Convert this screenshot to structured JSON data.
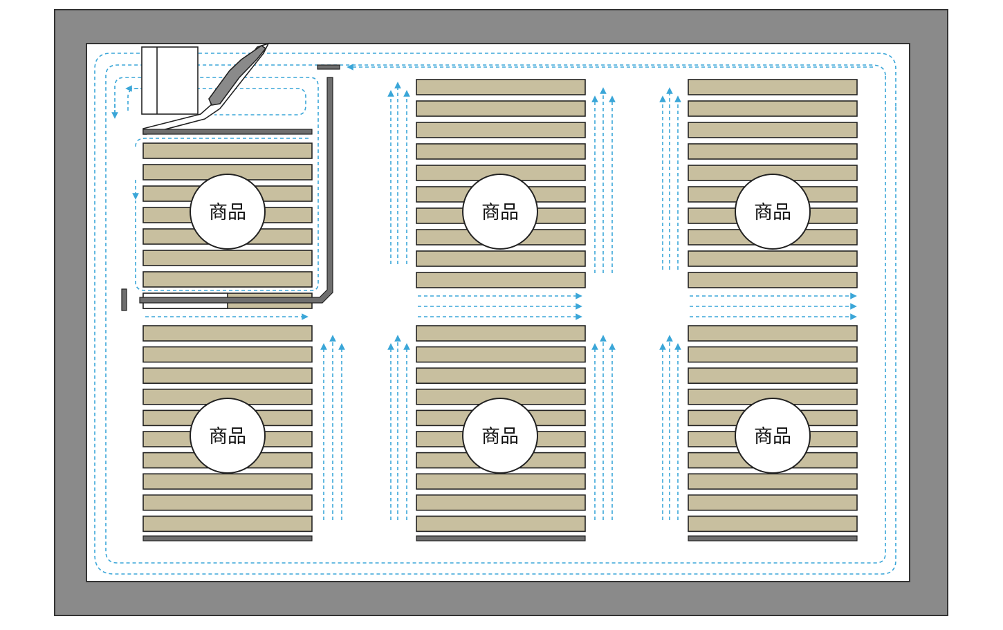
{
  "colors": {
    "wall": "#8a8a8a",
    "floor": "#ffffff",
    "shelf": "#c8bf9f",
    "shelf_stroke": "#222222",
    "partition": "#6e6e6e",
    "flow": "#3aa6d8"
  },
  "zones": [
    {
      "label": "商品"
    },
    {
      "label": "商品"
    },
    {
      "label": "商品"
    },
    {
      "label": "商品"
    },
    {
      "label": "商品"
    },
    {
      "label": "商品"
    }
  ],
  "icons": {
    "flow": "dashed-arrow-icon",
    "checkout": "checkout-counter-icon",
    "entrance": "entrance-gate-icon"
  }
}
